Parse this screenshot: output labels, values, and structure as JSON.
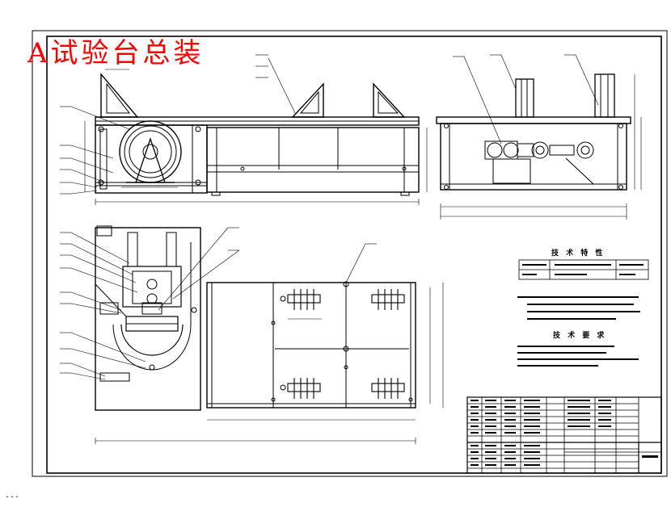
{
  "drawing": {
    "title": "A试验台总装",
    "tech_params_heading": "技 术 特 性",
    "tech_req_heading": "技 术 要 求",
    "bottom_mark": "---"
  },
  "colors": {
    "title": "#ff0000",
    "lines": "#000000",
    "background": "#ffffff"
  }
}
